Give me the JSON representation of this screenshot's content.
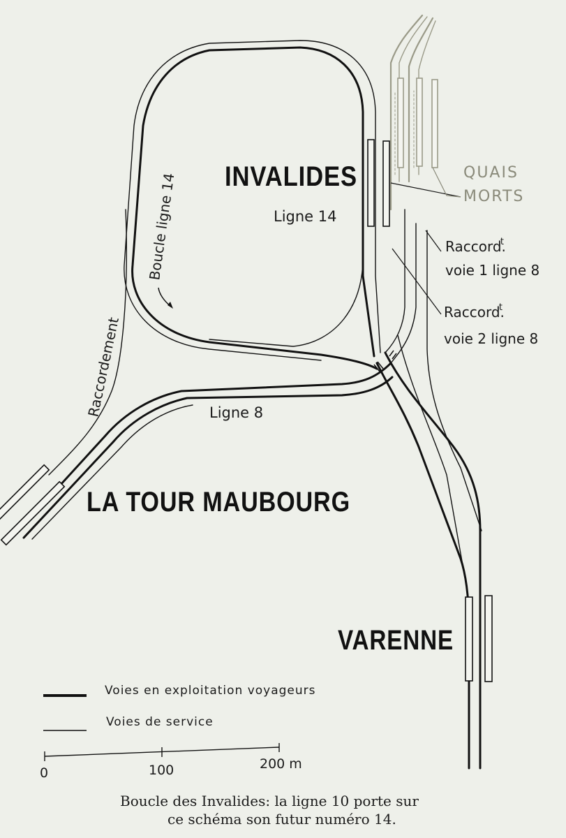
{
  "stations": {
    "invalides": "INVALIDES",
    "la_tour_maubourg": "LA TOUR MAUBOURG",
    "varenne": "VARENNE"
  },
  "labels": {
    "ligne_14": "Ligne 14",
    "boucle_ligne_14": "Boucle ligne 14",
    "raccordement": "Raccordement",
    "ligne_8": "Ligne 8",
    "quais": "QUAIS",
    "morts": "MORTS",
    "raccord_1_line1": "Raccord.",
    "raccord_1_sup": "t",
    "raccord_1_line2": "voie 1 ligne 8",
    "raccord_2_line1": "Raccord.",
    "raccord_2_sup": "t",
    "raccord_2_line2": "voie 2 ligne 8"
  },
  "legend": {
    "passenger": "Voies en exploitation voyageurs",
    "service": "Voies de service"
  },
  "scale": {
    "tick_0": "0",
    "tick_100": "100",
    "tick_200": "200 m"
  },
  "caption": {
    "line1": "Boucle des Invalides: la ligne 10 porte sur",
    "line2": "ce schéma son futur numéro 14."
  },
  "colors": {
    "track": "#111111",
    "faded_track": "#9a9a88",
    "background": "#eef0ea"
  }
}
